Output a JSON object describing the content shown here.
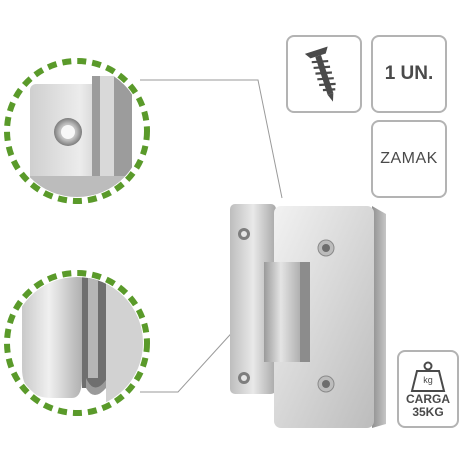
{
  "badges": {
    "screw_icon": "screw-icon",
    "quantity_label": "1 UN.",
    "material_label": "ZAMAK",
    "load": {
      "icon": "weight-icon",
      "unit": "kg",
      "label_line1": "CARGA",
      "label_line2": "35KG"
    }
  },
  "colors": {
    "badge_border": "#b3b3b3",
    "badge_text": "#4a4a4a",
    "dash_green": "#5a9a2a",
    "metal_light": "#e6e6e6",
    "metal_mid": "#b8b8b8",
    "metal_dark": "#8a8a8a"
  }
}
